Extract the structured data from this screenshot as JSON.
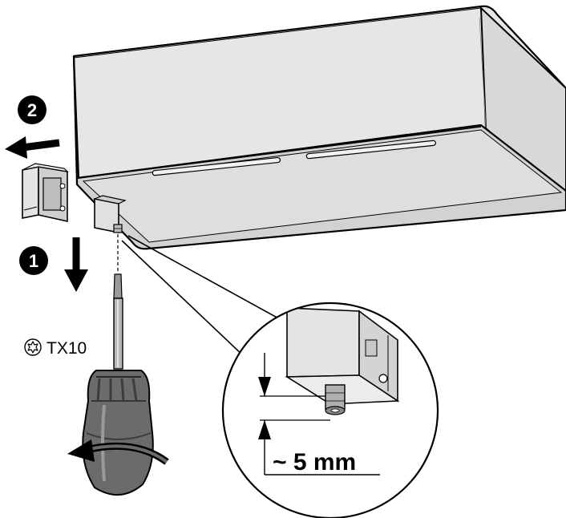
{
  "steps": {
    "step1": "1",
    "step2": "2"
  },
  "tool": {
    "icon": "torx-icon",
    "label": "TX10"
  },
  "detail": {
    "dimension": "~ 5 mm"
  },
  "colors": {
    "housing_fill": "#e8e8e8",
    "housing_side": "#dcdcdc",
    "housing_bottom": "#d4d4d4",
    "line": "#000000",
    "screwdriver_handle": "#6b6b6b",
    "screwdriver_dark": "#3c3c3c"
  }
}
